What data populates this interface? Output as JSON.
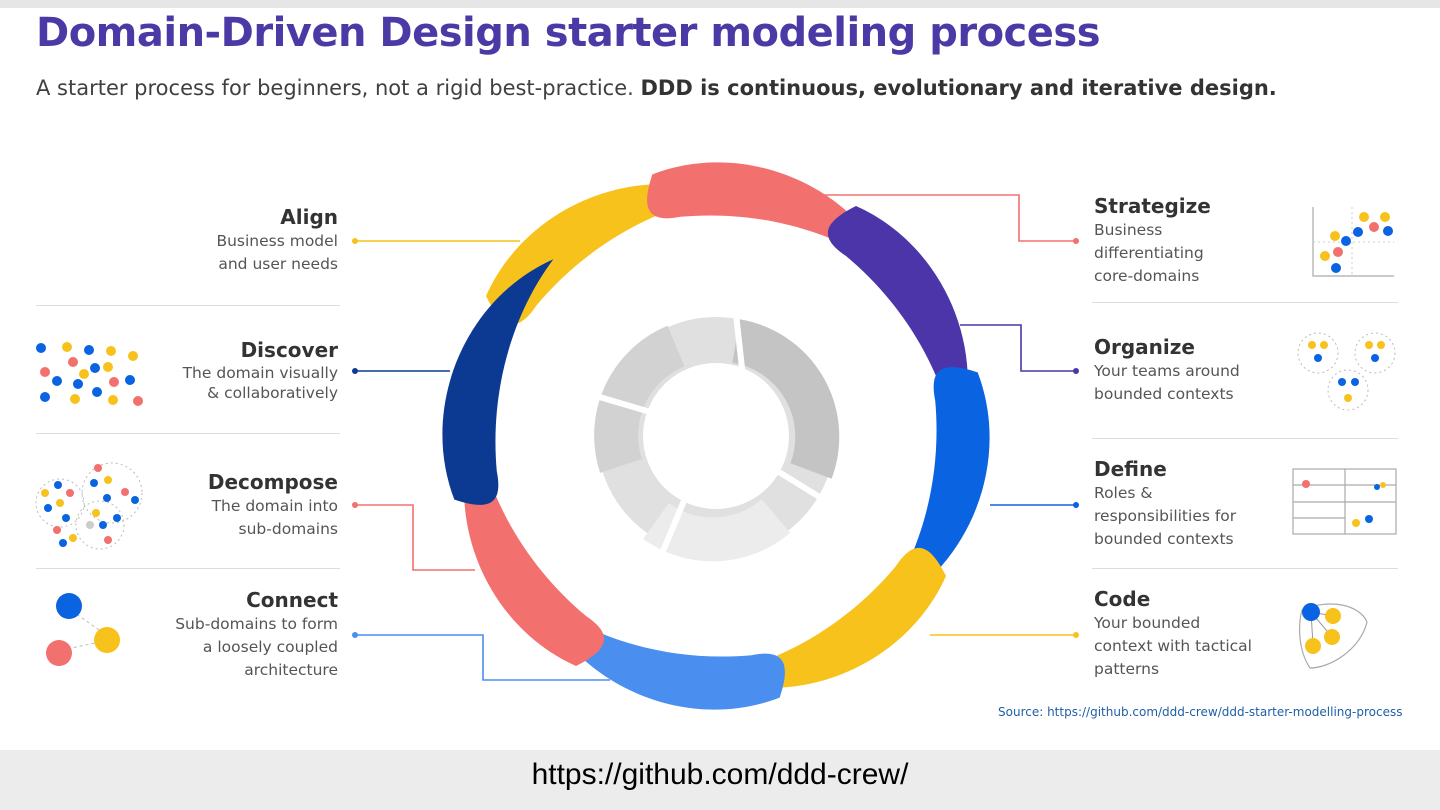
{
  "title": "Domain-Driven Design starter modeling process",
  "subtitle": {
    "plain": "A starter process for beginners, not a rigid best-practice. ",
    "bold": "DDD is continuous, evolutionary and iterative design."
  },
  "steps_left": [
    {
      "name": "Align",
      "desc": "Business model\nand user needs",
      "color": "#f7c21b"
    },
    {
      "name": "Discover",
      "desc": "The domain visually\n& collaboratively",
      "color": "#0c3a92"
    },
    {
      "name": "Decompose",
      "desc": "The domain into\nsub-domains",
      "color": "#f2706d"
    },
    {
      "name": "Connect",
      "desc": "Sub-domains to form\na loosely coupled\narchitecture",
      "color": "#4a8ef0"
    }
  ],
  "steps_right": [
    {
      "name": "Strategize",
      "desc": "Business\ndifferentiating\ncore-domains",
      "color": "#f2706d"
    },
    {
      "name": "Organize",
      "desc": "Your teams around\nbounded contexts",
      "color": "#4c35a8"
    },
    {
      "name": "Define",
      "desc": "Roles &\nresponsibilities for\nbounded contexts",
      "color": "#0a63e0"
    },
    {
      "name": "Code",
      "desc": "Your bounded\ncontext with tactical\npatterns",
      "color": "#f7c21b"
    }
  ],
  "colors": {
    "title": "#4b3aa5",
    "yellow": "#f7c21b",
    "coral": "#f2706d",
    "navy": "#0c3a92",
    "purple": "#4c35a8",
    "blue": "#0a63e0",
    "light_blue": "#4a8ef0",
    "grey": "#c8c8c8"
  },
  "source": "Source: https://github.com/ddd-crew/ddd-starter-modelling-process",
  "footer_url": "https://github.com/ddd-crew/"
}
